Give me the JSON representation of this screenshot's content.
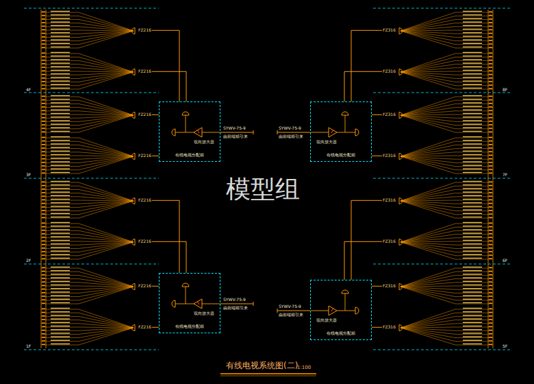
{
  "diagram": {
    "title": "有线电视系统图(二)",
    "nodes": [
      {
        "text": [
          "双向放大器",
          "有线电视分配箱"
        ]
      },
      {
        "text": [
          "双向放大器",
          "有线电视分配箱"
        ]
      },
      {
        "text": [
          "双向放大器",
          "有线电视分配箱"
        ]
      },
      {
        "text": [
          "双向放大器",
          "有线电视分配箱"
        ]
      },
      {
        "text": [
          "FZ216"
        ]
      },
      {
        "text": [
          "FZ216"
        ]
      },
      {
        "text": [
          "FZ216"
        ]
      },
      {
        "text": [
          "FZ216"
        ]
      },
      {
        "text": [
          "FZ216"
        ]
      },
      {
        "text": [
          "FZ216"
        ]
      },
      {
        "text": [
          "FZ216"
        ]
      },
      {
        "text": [
          "FZ216"
        ]
      },
      {
        "text": [
          "FZ316"
        ]
      },
      {
        "text": [
          "FZ316"
        ]
      },
      {
        "text": [
          "FZ316"
        ]
      },
      {
        "text": [
          "FZ316"
        ]
      },
      {
        "text": [
          "FZ316"
        ]
      },
      {
        "text": [
          "FZ316"
        ]
      },
      {
        "text": [
          "FZ316"
        ]
      },
      {
        "text": [
          "FZ316"
        ]
      }
    ],
    "edges": [
      {
        "from": 0,
        "to": 4,
        "arrow": "none"
      },
      {
        "from": 0,
        "to": 5,
        "arrow": "none"
      },
      {
        "from": 0,
        "to": 6,
        "arrow": "none"
      },
      {
        "from": 0,
        "to": 7,
        "arrow": "none"
      },
      {
        "from": 1,
        "to": 8,
        "arrow": "none"
      },
      {
        "from": 1,
        "to": 9,
        "arrow": "none"
      },
      {
        "from": 1,
        "to": 10,
        "arrow": "none"
      },
      {
        "from": 1,
        "to": 11,
        "arrow": "none"
      },
      {
        "from": 2,
        "to": 12,
        "arrow": "none"
      },
      {
        "from": 2,
        "to": 13,
        "arrow": "none"
      },
      {
        "from": 2,
        "to": 14,
        "arrow": "none"
      },
      {
        "from": 2,
        "to": 15,
        "arrow": "none"
      },
      {
        "from": 3,
        "to": 16,
        "arrow": "none"
      },
      {
        "from": 3,
        "to": 17,
        "arrow": "none"
      },
      {
        "from": 3,
        "to": 18,
        "arrow": "none"
      },
      {
        "from": 3,
        "to": 19,
        "arrow": "none"
      }
    ],
    "labels": [
      "模型组",
      "1:100",
      "4F",
      "3F",
      "2F",
      "1F",
      "8F",
      "7F",
      "6F",
      "5F",
      "SYWV-75-9",
      "由前端箱引来",
      "SYWV-75-9",
      "由前端箱引来",
      "SYWV-75-9",
      "由前端箱引来",
      "SYWV-75-9",
      "由前端箱引来"
    ]
  }
}
